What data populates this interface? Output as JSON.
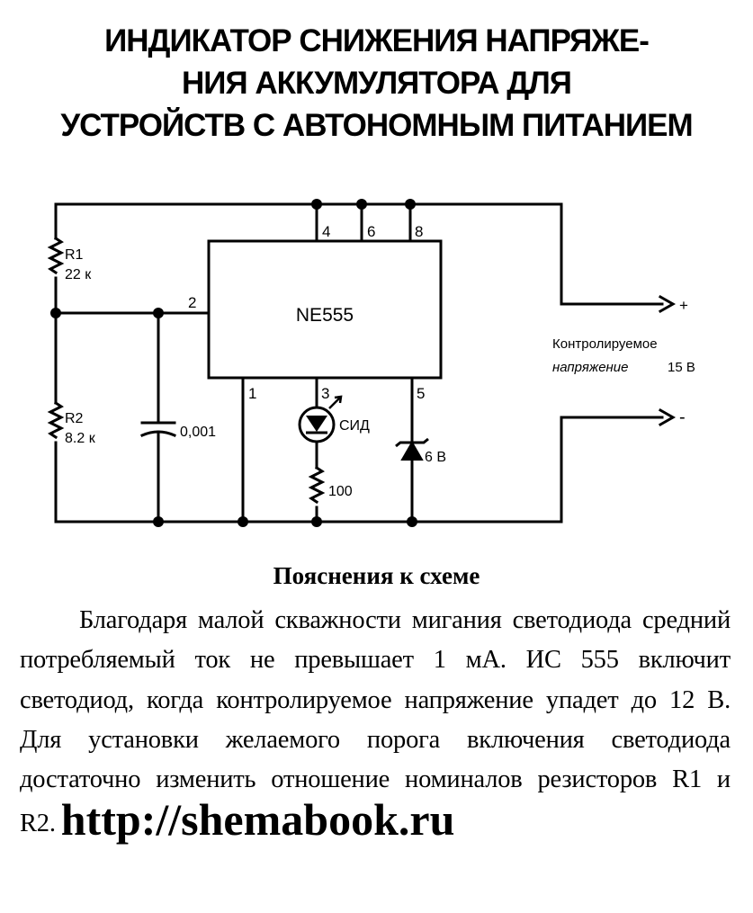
{
  "title": {
    "line1": "ИНДИКАТОР СНИЖЕНИЯ НАПРЯЖЕ-",
    "line2": "НИЯ АККУМУЛЯТОРА ДЛЯ",
    "line3": "УСТРОЙСТВ С АВТОНОМНЫМ ПИТАНИЕМ"
  },
  "diagram": {
    "ic_label": "NE555",
    "pins": {
      "p4": "4",
      "p6": "6",
      "p8": "8",
      "p2": "2",
      "p1": "1",
      "p3": "3",
      "p5": "5"
    },
    "r1": {
      "name": "R1",
      "value": "22 к"
    },
    "r2": {
      "name": "R2",
      "value": "8.2 к"
    },
    "capacitor_value": "0,001",
    "led_label": "СИД",
    "resistor_led_value": "100",
    "zener_value": "6 В",
    "output_plus": "+",
    "output_minus": "-",
    "monitored_line1": "Контролируемое",
    "monitored_line2": "напряжение",
    "monitored_value": "15 В"
  },
  "explanation": {
    "heading": "Пояснения к схеме",
    "text": "Благодаря малой скважности мигания светодиода средний потребляемый ток не превышает 1 мА. ИС 555 включит светодиод, когда контролируемое напряжение упадет до 12 В. Для установки желаемого порога включения светодиода достаточно изменить отношение номиналов резисторов R1 и R2.",
    "url": "http://shemabook.ru"
  }
}
